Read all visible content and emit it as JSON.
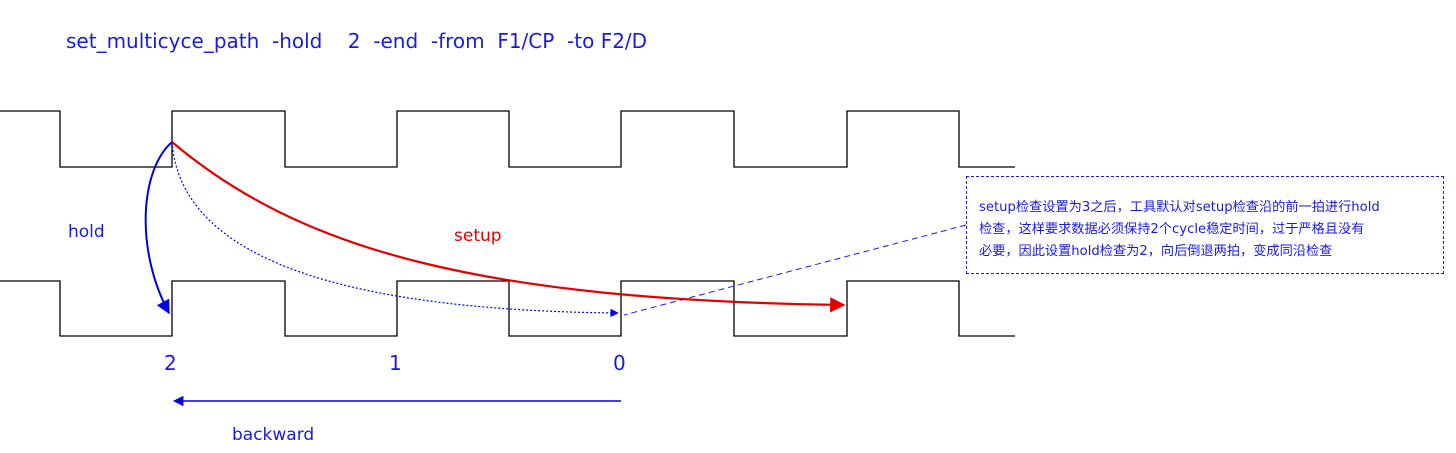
{
  "command": "set_multicyce_path  -hold    2  -end  -from  F1/CP  -to F2/D",
  "labels": {
    "hold": "hold",
    "setup": "setup",
    "backward": "backward"
  },
  "edge_numbers": [
    "2",
    "1",
    "0"
  ],
  "note_lines": [
    "setup检查设置为3之后，工具默认对setup检查沿的前一拍进行hold",
    "检查，这样要求数据必须保持2个cycle稳定时间，过于严格且没有",
    "必要，因此设置hold检查为2，向后倒退两拍，变成同沿检查"
  ],
  "colors": {
    "text_blue": "#1a1ae6",
    "hold_arrow": "#0000e0",
    "setup_arrow": "#e60000",
    "waveform": "#000000"
  }
}
